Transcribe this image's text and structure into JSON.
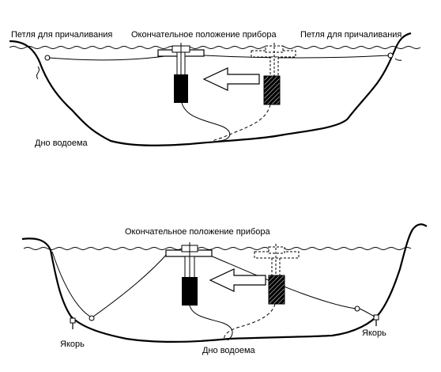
{
  "top": {
    "mooring_left": "Петля для причаливания",
    "final_position": "Окончательное положение прибора",
    "mooring_right": "Петля для причаливания",
    "bottom": "Дно водоема"
  },
  "bottom_panel": {
    "final_position": "Окончательное положение прибора",
    "anchor_left": "Якорь",
    "anchor_right": "Якорь",
    "bottom": "Дно водоема"
  }
}
